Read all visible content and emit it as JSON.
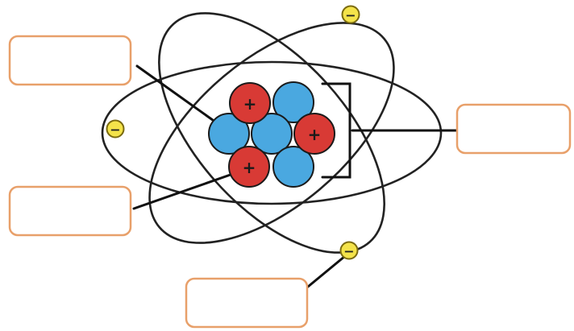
{
  "diagram": {
    "kind": "atom-labeling-worksheet",
    "labels": [
      {
        "id": "box-top-left",
        "text": ""
      },
      {
        "id": "box-right",
        "text": ""
      },
      {
        "id": "box-bottom-left",
        "text": ""
      },
      {
        "id": "box-bottom",
        "text": ""
      }
    ],
    "nucleus": {
      "protons": 3,
      "neutrons": 4,
      "bracketed": true
    },
    "electrons": 3,
    "symbols": {
      "proton": "+",
      "electron": "−"
    },
    "colors": {
      "proton": "#d83a35",
      "neutron": "#4aa8e0",
      "electron": "#f4e34a",
      "electron_stroke": "#7a6a10",
      "label_box": "#e8a06a",
      "lines": "#111111"
    }
  }
}
